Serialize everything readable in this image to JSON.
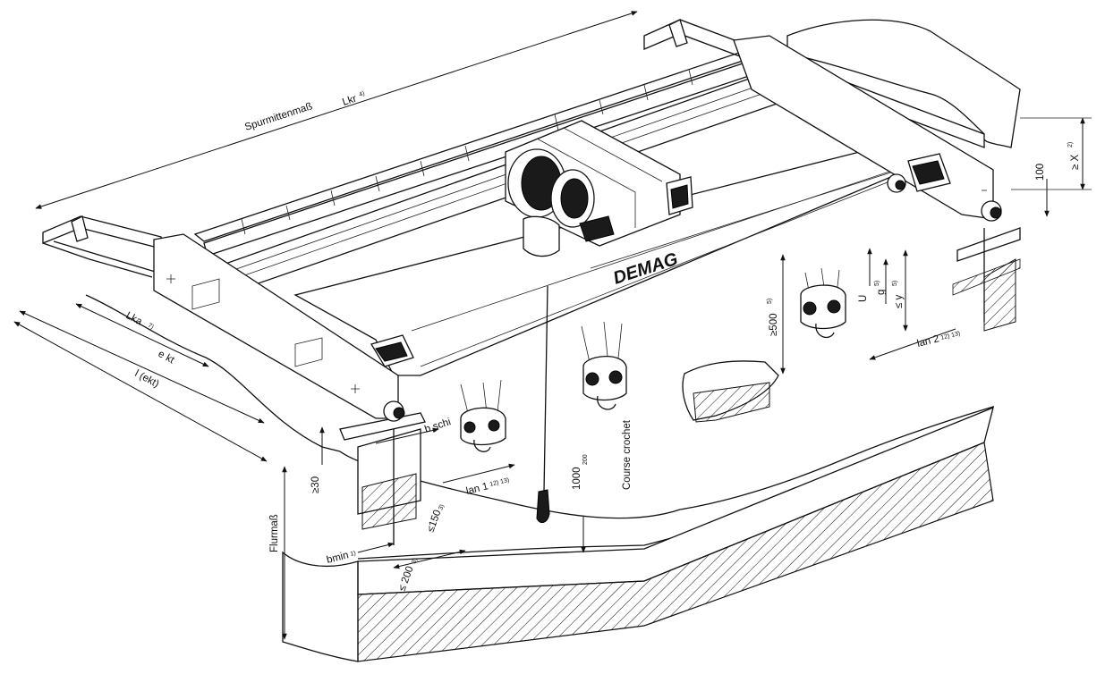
{
  "diagram": {
    "brand": "DEMAG",
    "labels": {
      "spurmittenmass": "Spurmittenmaß",
      "lkr": "Lkr",
      "lkr_sup": "4)",
      "lka": "Lka",
      "lka_sup": "7)",
      "ekt": "e kt",
      "lekt": "l (ekt)",
      "bschi": "b schi",
      "ge30": "≥30",
      "flurmass": "Flurmaß",
      "bmin": "bmin",
      "bmin_sup": "1)",
      "le150": "≤150",
      "le150_sup": "3)",
      "le200": "≤ 200",
      "le200_sup": "3)",
      "an1": "lan 1",
      "an1_sup": "12) 13)",
      "v1000": "1000",
      "v1000_sup": "200",
      "course": "Course crochet",
      "ge500": "≥500",
      "ge500_sup": "5)",
      "an2": "lan 2",
      "an2_sup": "12) 13)",
      "u": "U",
      "g": "g",
      "g_sup": "5)",
      "y": "≤ y",
      "y_sup": "5)",
      "v100": "100",
      "x": "≥ X",
      "x_sup": "2)"
    }
  }
}
